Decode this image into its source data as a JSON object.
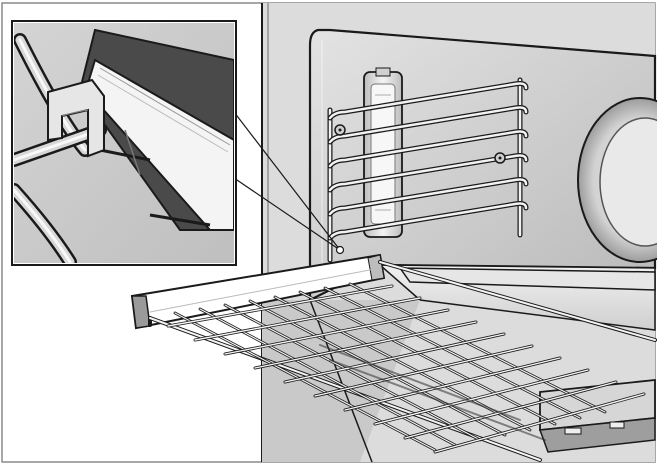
{
  "figure": {
    "kind": "appliance-illustration",
    "subject": "oven-interior-with-extendable-wire-rack",
    "inset": "detail-of-rack-hook-engaging-side-rail",
    "colors": {
      "outline": "#1a1a1a",
      "cavity_light": "#d9d9d9",
      "cavity_mid": "#c4c4c4",
      "cavity_dark": "#a9a9a9",
      "metal_light": "#efefef",
      "metal_dark": "#5a5a5a",
      "paper": "#ffffff"
    }
  }
}
